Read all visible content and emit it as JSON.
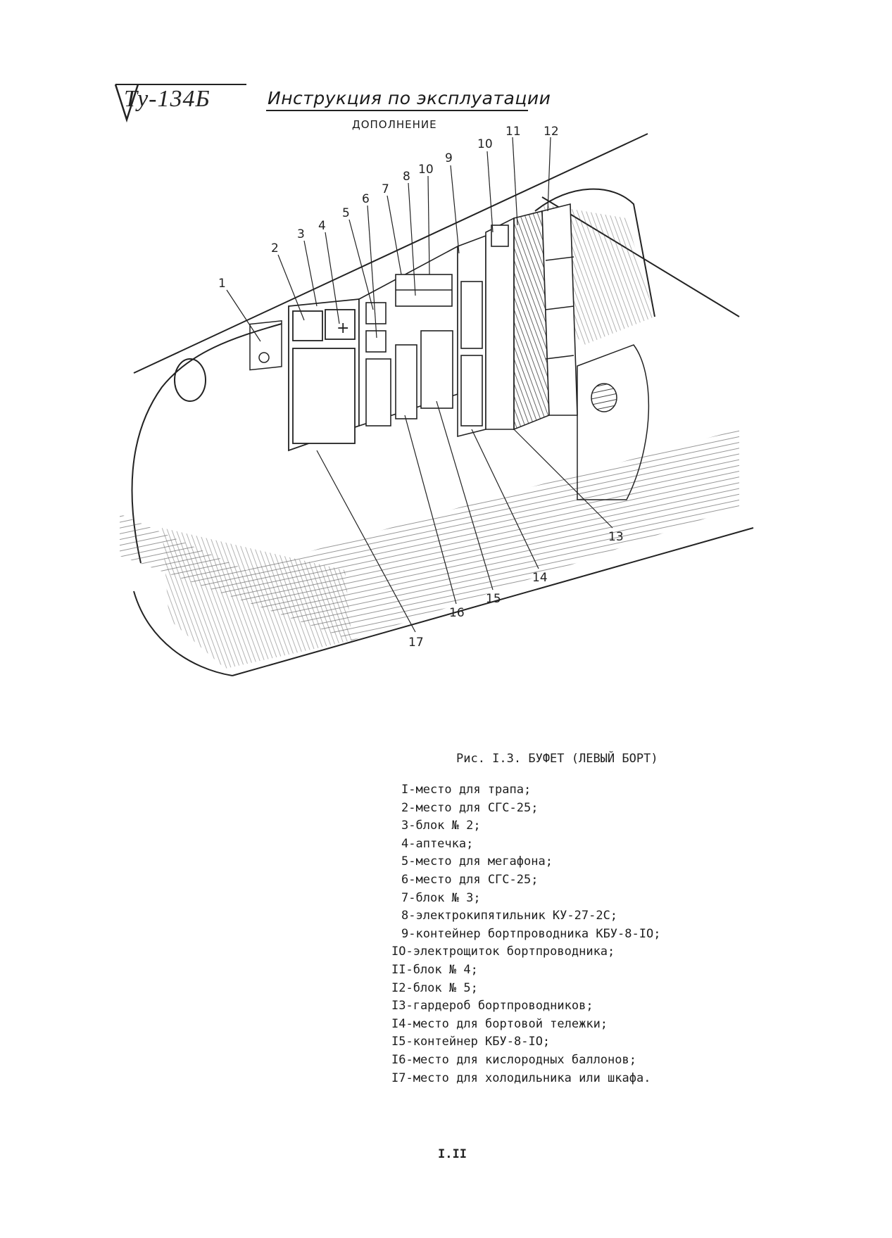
{
  "header": {
    "stamp": "Ту-134Б",
    "title": "Инструкция по эксплуатации",
    "subtitle": "ДОПОЛНЕНИЕ"
  },
  "figure": {
    "callouts": [
      "1",
      "2",
      "3",
      "4",
      "5",
      "6",
      "7",
      "8",
      "10",
      "9",
      "10",
      "11",
      "12",
      "13",
      "14",
      "15",
      "16",
      "17"
    ]
  },
  "caption": "Рис. I.3. БУФЕТ (ЛЕВЫЙ БОРТ)",
  "legend": [
    "I-место для трапа;",
    "2-место для СГС-25;",
    "3-блок № 2;",
    "4-аптечка;",
    "5-место для мегафона;",
    "6-место для СГС-25;",
    "7-блок № 3;",
    "8-электрокипятильник КУ-27-2С;",
    "9-контейнер бортпроводника КБУ-8-IO;",
    "IO-электрощиток бортпроводника;",
    "II-блок № 4;",
    "I2-блок № 5;",
    "I3-гардероб бортпроводников;",
    "I4-место для бортовой тележки;",
    "I5-контейнер КБУ-8-IO;",
    "I6-место для кислородных баллонов;",
    "I7-место для холодильника или шкафа."
  ],
  "page_number": "I.II"
}
